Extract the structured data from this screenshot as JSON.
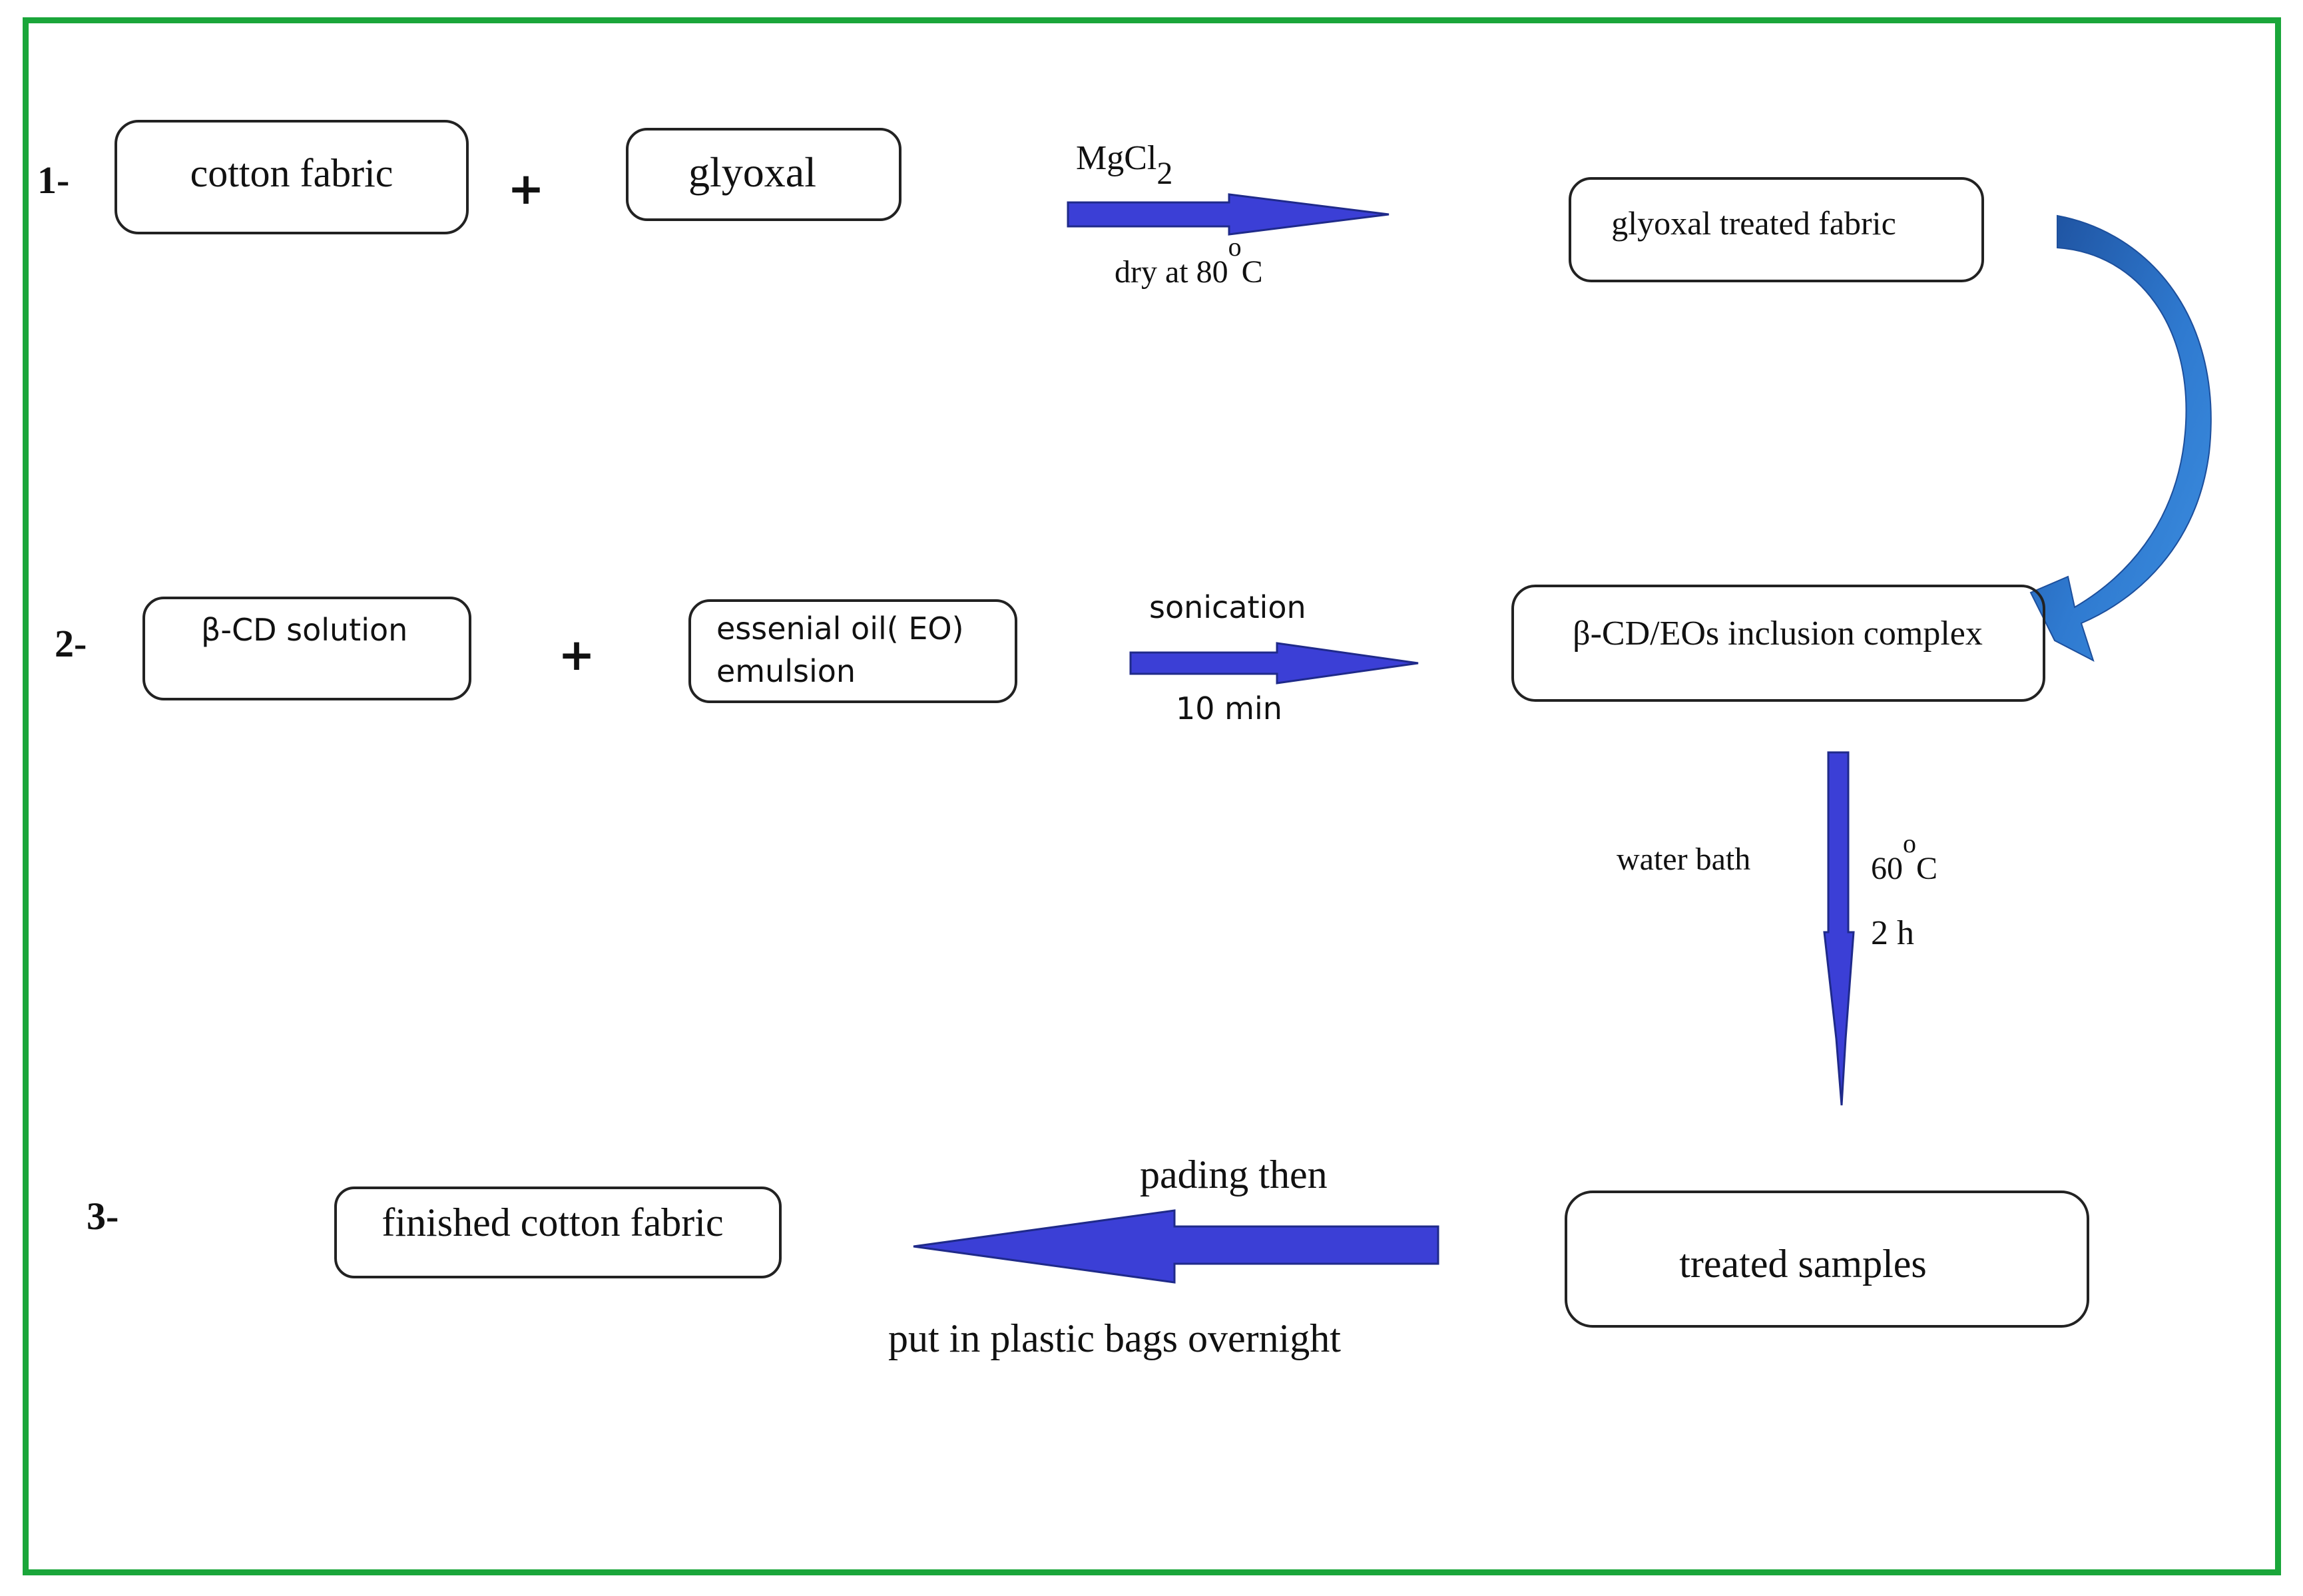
{
  "colors": {
    "frame": "#1aa63a",
    "arrow_fill": "#3b3fd6",
    "arrow_stroke": "#1f2a8a",
    "curved_arrow": "#2b6cc0",
    "text": "#111111",
    "box_stroke": "#222222"
  },
  "steps": {
    "s1": "1-",
    "s2": "2-",
    "s3": "3-"
  },
  "plus": "+",
  "row1": {
    "box_a": "cotton fabric",
    "box_b": "glyoxal",
    "arrow_top": "MgCl",
    "arrow_top_sub": "2",
    "arrow_bottom": "dry at 80",
    "arrow_bottom_sup": "o",
    "arrow_bottom_unit": "C",
    "result": "glyoxal treated fabric"
  },
  "row2": {
    "box_a": "β-CD  solution",
    "box_b_line1": "essenial oil( EO)",
    "box_b_line2": "emulsion",
    "arrow_top": "sonication",
    "arrow_bottom": "10 min",
    "result": "β-CD/EOs inclusion  complex"
  },
  "vertical_arrow": {
    "left_label": "water bath",
    "temp": "60",
    "temp_sup": "o",
    "temp_unit": "C",
    "time": "2 h"
  },
  "row3": {
    "result": "finished cotton fabric",
    "source": "treated samples",
    "arrow_top": "pading  then",
    "arrow_bottom": "put in plastic bags overnight"
  }
}
